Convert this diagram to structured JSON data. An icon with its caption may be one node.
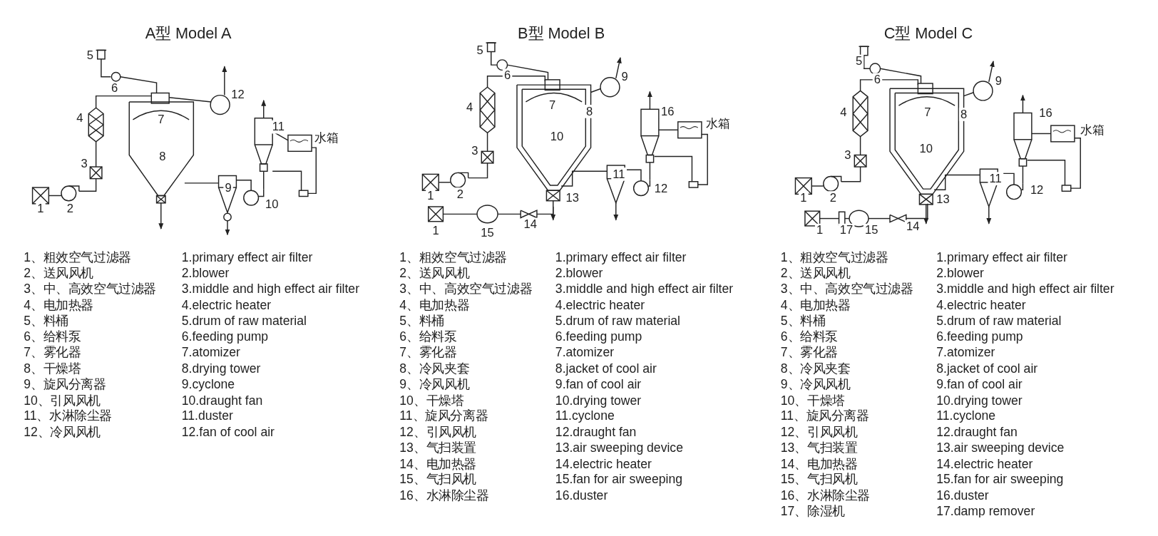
{
  "diagram": {
    "labels": [
      "A型  Model A",
      "1",
      "2",
      "3",
      "4",
      "5",
      "6",
      "7",
      "8",
      "9",
      "10",
      "11",
      "12",
      "水箱",
      "1、粗效空气过滤器",
      "1.primary effect air filter",
      "2、送风风机",
      "2.blower",
      "3、中、高效空气过滤器",
      "3.middle and high effect air filter",
      "4、电加热器",
      "4.electric heater",
      "5、料桶",
      "5.drum of raw material",
      "6、给料泵",
      "6.feeding pump",
      "7、雾化器",
      "7.atomizer",
      "8、干燥塔",
      "8.drying tower",
      "9、旋风分离器",
      "9.cyclone",
      "10、引风风机",
      "10.draught fan",
      "11、水淋除尘器",
      "11.duster",
      "12、冷风风机",
      "12.fan of cool air",
      "B型  Model B",
      "1",
      "1",
      "2",
      "3",
      "4",
      "5",
      "6",
      "7",
      "8",
      "9",
      "10",
      "11",
      "12",
      "13",
      "14",
      "15",
      "16",
      "水箱",
      "1、粗效空气过滤器",
      "1.primary effect air filter",
      "2、送风风机",
      "2.blower",
      "3、中、高效空气过滤器",
      "3.middle and high effect air filter",
      "4、电加热器",
      "4.electric heater",
      "5、料桶",
      "5.drum of raw material",
      "6、给料泵",
      "6.feeding pump",
      "7、雾化器",
      "7.atomizer",
      "8、冷风夹套",
      "8.jacket of cool air",
      "9、冷风风机",
      "9.fan of cool air",
      "10、干燥塔",
      "10.drying tower",
      "11、旋风分离器",
      "11.cyclone",
      "12、引风风机",
      "12.draught fan",
      "13、气扫装置",
      "13.air sweeping device",
      "14、电加热器",
      "14.electric heater",
      "15、气扫风机",
      "15.fan for air sweeping",
      "16、水淋除尘器",
      "16.duster",
      "C型  Model C",
      "1",
      "1",
      "2",
      "3",
      "4",
      "5",
      "6",
      "7",
      "8",
      "9",
      "10",
      "11",
      "12",
      "13",
      "14",
      "15",
      "16",
      "17",
      "水箱",
      "1、粗效空气过滤器",
      "1.primary effect air filter",
      "2、送风风机",
      "2.blower",
      "3、中、高效空气过滤器",
      "3.middle and high effect air filter",
      "4、电加热器",
      "4.electric heater",
      "5、料桶",
      "5.drum of raw material",
      "6、给料泵",
      "6.feeding pump",
      "7、雾化器",
      "7.atomizer",
      "8、冷风夹套",
      "8.jacket of cool air",
      "9、冷风风机",
      "9.fan of cool air",
      "10、干燥塔",
      "10.drying tower",
      "11、旋风分离器",
      "11.cyclone",
      "12、引风风机",
      "12.draught fan",
      "13、气扫装置",
      "13.air sweeping device",
      "14、电加热器",
      "14.electric heater",
      "15、气扫风机",
      "15.fan for air sweeping",
      "16、水淋除尘器",
      "16.duster",
      "17、除湿机",
      "17.damp remover"
    ]
  }
}
